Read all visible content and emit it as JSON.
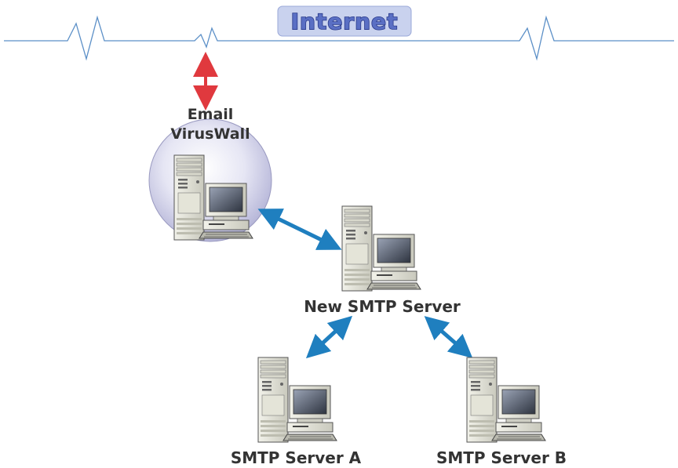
{
  "title": "Internet",
  "colors": {
    "internet_line": "#5b8fc7",
    "title_fill": "#5a6fc4",
    "title_outline": "#2a3a8a",
    "title_plate": "#c9d2ee",
    "uplink_arrow": "#e0393e",
    "link_arrow": "#1f7fbf",
    "globe": "#cfcfe8",
    "label": "#333333"
  },
  "nodes": {
    "virus_wall": {
      "label_line1": "Email",
      "label_line2": "VirusWall",
      "icon": "server-workstation-icon"
    },
    "new_smtp": {
      "label": "New SMTP Server",
      "icon": "server-workstation-icon"
    },
    "smtp_a": {
      "label": "SMTP Server A",
      "icon": "server-workstation-icon"
    },
    "smtp_b": {
      "label": "SMTP Server B",
      "icon": "server-workstation-icon"
    }
  },
  "links": [
    {
      "from": "Internet",
      "to": "Email VirusWall",
      "style": "bidirectional",
      "color": "#e0393e"
    },
    {
      "from": "Email VirusWall",
      "to": "New SMTP Server",
      "style": "bidirectional",
      "color": "#1f7fbf"
    },
    {
      "from": "New SMTP Server",
      "to": "SMTP Server A",
      "style": "bidirectional",
      "color": "#1f7fbf"
    },
    {
      "from": "New SMTP Server",
      "to": "SMTP Server B",
      "style": "bidirectional",
      "color": "#1f7fbf"
    }
  ]
}
